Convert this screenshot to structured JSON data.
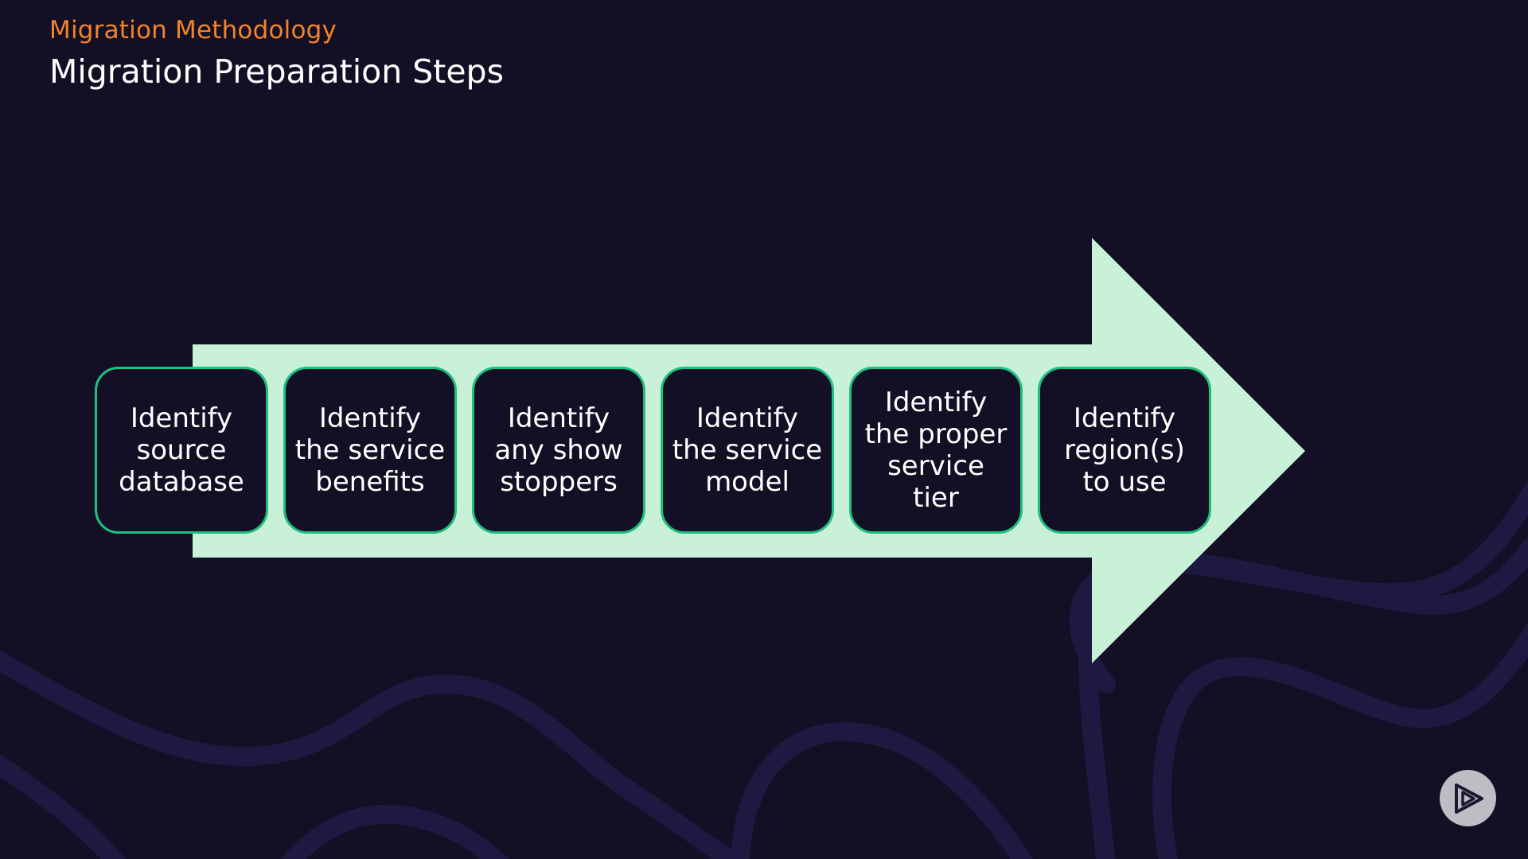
{
  "header": {
    "section": "Migration Methodology",
    "title": "Migration Preparation Steps"
  },
  "steps": [
    {
      "label": "Identify source database"
    },
    {
      "label": "Identify the service benefits"
    },
    {
      "label": "Identify any show stoppers"
    },
    {
      "label": "Identify the service model"
    },
    {
      "label": "Identify the proper service tier"
    },
    {
      "label": "Identify region(s) to use"
    }
  ],
  "colors": {
    "background": "#130f25",
    "section_text": "#f2832a",
    "title_text": "#ffffff",
    "arrow_fill": "#c9f1d8",
    "box_border": "#1fbf80",
    "box_fill": "#130f25"
  },
  "icons": {
    "brand": "play-logo-icon"
  }
}
